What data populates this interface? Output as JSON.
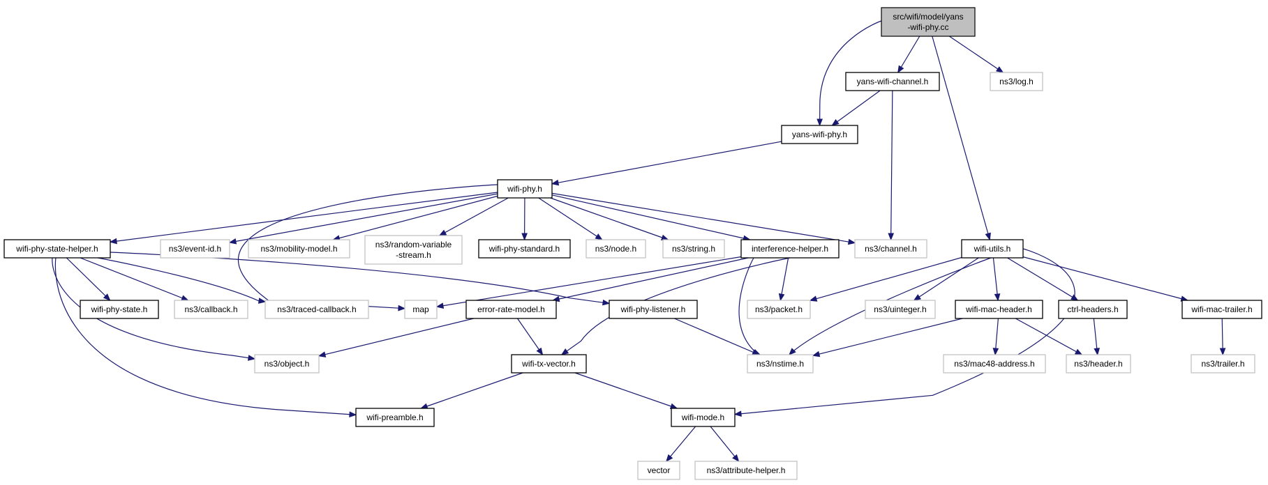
{
  "diagram": {
    "colors": {
      "edge": "#191970",
      "local_border": "#000000",
      "external_border": "#bfbfbf",
      "root_fill": "#bfbfbf"
    },
    "nodes": [
      {
        "id": "root",
        "lines": [
          "src/wifi/model/yans",
          "-wifi-phy.cc"
        ],
        "kind": "root"
      },
      {
        "id": "yans-wifi-channel",
        "lines": [
          "yans-wifi-channel.h"
        ],
        "kind": "local"
      },
      {
        "id": "log",
        "lines": [
          "ns3/log.h"
        ],
        "kind": "external"
      },
      {
        "id": "yans-wifi-phy",
        "lines": [
          "yans-wifi-phy.h"
        ],
        "kind": "local"
      },
      {
        "id": "wifi-phy",
        "lines": [
          "wifi-phy.h"
        ],
        "kind": "local"
      },
      {
        "id": "wifi-phy-state-helper",
        "lines": [
          "wifi-phy-state-helper.h"
        ],
        "kind": "local"
      },
      {
        "id": "event-id",
        "lines": [
          "ns3/event-id.h"
        ],
        "kind": "external"
      },
      {
        "id": "mobility-model",
        "lines": [
          "ns3/mobility-model.h"
        ],
        "kind": "external"
      },
      {
        "id": "random-variable-stream",
        "lines": [
          "ns3/random-variable",
          "-stream.h"
        ],
        "kind": "external"
      },
      {
        "id": "wifi-phy-standard",
        "lines": [
          "wifi-phy-standard.h"
        ],
        "kind": "local"
      },
      {
        "id": "node",
        "lines": [
          "ns3/node.h"
        ],
        "kind": "external"
      },
      {
        "id": "string",
        "lines": [
          "ns3/string.h"
        ],
        "kind": "external"
      },
      {
        "id": "interference-helper",
        "lines": [
          "interference-helper.h"
        ],
        "kind": "local"
      },
      {
        "id": "channel",
        "lines": [
          "ns3/channel.h"
        ],
        "kind": "external"
      },
      {
        "id": "wifi-utils",
        "lines": [
          "wifi-utils.h"
        ],
        "kind": "local"
      },
      {
        "id": "wifi-phy-state",
        "lines": [
          "wifi-phy-state.h"
        ],
        "kind": "local"
      },
      {
        "id": "callback",
        "lines": [
          "ns3/callback.h"
        ],
        "kind": "external"
      },
      {
        "id": "traced-callback",
        "lines": [
          "ns3/traced-callback.h"
        ],
        "kind": "external"
      },
      {
        "id": "map",
        "lines": [
          "map"
        ],
        "kind": "external"
      },
      {
        "id": "error-rate-model",
        "lines": [
          "error-rate-model.h"
        ],
        "kind": "local"
      },
      {
        "id": "wifi-phy-listener",
        "lines": [
          "wifi-phy-listener.h"
        ],
        "kind": "local"
      },
      {
        "id": "packet",
        "lines": [
          "ns3/packet.h"
        ],
        "kind": "external"
      },
      {
        "id": "uinteger",
        "lines": [
          "ns3/uinteger.h"
        ],
        "kind": "external"
      },
      {
        "id": "wifi-mac-header",
        "lines": [
          "wifi-mac-header.h"
        ],
        "kind": "local"
      },
      {
        "id": "ctrl-headers",
        "lines": [
          "ctrl-headers.h"
        ],
        "kind": "local"
      },
      {
        "id": "wifi-mac-trailer",
        "lines": [
          "wifi-mac-trailer.h"
        ],
        "kind": "local"
      },
      {
        "id": "object",
        "lines": [
          "ns3/object.h"
        ],
        "kind": "external"
      },
      {
        "id": "wifi-tx-vector",
        "lines": [
          "wifi-tx-vector.h"
        ],
        "kind": "local"
      },
      {
        "id": "nstime",
        "lines": [
          "ns3/nstime.h"
        ],
        "kind": "external"
      },
      {
        "id": "mac48-address",
        "lines": [
          "ns3/mac48-address.h"
        ],
        "kind": "external"
      },
      {
        "id": "header",
        "lines": [
          "ns3/header.h"
        ],
        "kind": "external"
      },
      {
        "id": "trailer",
        "lines": [
          "ns3/trailer.h"
        ],
        "kind": "external"
      },
      {
        "id": "wifi-preamble",
        "lines": [
          "wifi-preamble.h"
        ],
        "kind": "local"
      },
      {
        "id": "wifi-mode",
        "lines": [
          "wifi-mode.h"
        ],
        "kind": "local"
      },
      {
        "id": "vector",
        "lines": [
          "vector"
        ],
        "kind": "external"
      },
      {
        "id": "attribute-helper",
        "lines": [
          "ns3/attribute-helper.h"
        ],
        "kind": "external"
      }
    ],
    "edges": [
      {
        "from": "root",
        "to": "yans-wifi-phy"
      },
      {
        "from": "root",
        "to": "yans-wifi-channel"
      },
      {
        "from": "root",
        "to": "log"
      },
      {
        "from": "root",
        "to": "wifi-utils"
      },
      {
        "from": "yans-wifi-channel",
        "to": "yans-wifi-phy"
      },
      {
        "from": "yans-wifi-channel",
        "to": "channel"
      },
      {
        "from": "yans-wifi-phy",
        "to": "wifi-phy"
      },
      {
        "from": "wifi-phy",
        "to": "wifi-phy-state-helper"
      },
      {
        "from": "wifi-phy",
        "to": "event-id"
      },
      {
        "from": "wifi-phy",
        "to": "mobility-model"
      },
      {
        "from": "wifi-phy",
        "to": "random-variable-stream"
      },
      {
        "from": "wifi-phy",
        "to": "wifi-phy-standard"
      },
      {
        "from": "wifi-phy",
        "to": "node"
      },
      {
        "from": "wifi-phy",
        "to": "string"
      },
      {
        "from": "wifi-phy",
        "to": "interference-helper"
      },
      {
        "from": "wifi-phy",
        "to": "channel"
      },
      {
        "from": "wifi-phy",
        "to": "map"
      },
      {
        "from": "wifi-phy-state-helper",
        "to": "wifi-phy-state"
      },
      {
        "from": "wifi-phy-state-helper",
        "to": "callback"
      },
      {
        "from": "wifi-phy-state-helper",
        "to": "traced-callback"
      },
      {
        "from": "wifi-phy-state-helper",
        "to": "wifi-phy-listener"
      },
      {
        "from": "wifi-phy-state-helper",
        "to": "object"
      },
      {
        "from": "wifi-phy-state-helper",
        "to": "wifi-preamble"
      },
      {
        "from": "interference-helper",
        "to": "map"
      },
      {
        "from": "interference-helper",
        "to": "error-rate-model"
      },
      {
        "from": "interference-helper",
        "to": "wifi-tx-vector"
      },
      {
        "from": "interference-helper",
        "to": "packet"
      },
      {
        "from": "interference-helper",
        "to": "nstime"
      },
      {
        "from": "wifi-utils",
        "to": "packet"
      },
      {
        "from": "wifi-utils",
        "to": "uinteger"
      },
      {
        "from": "wifi-utils",
        "to": "wifi-mac-header"
      },
      {
        "from": "wifi-utils",
        "to": "ctrl-headers"
      },
      {
        "from": "wifi-utils",
        "to": "wifi-mac-trailer"
      },
      {
        "from": "wifi-utils",
        "to": "nstime"
      },
      {
        "from": "wifi-utils",
        "to": "wifi-mode"
      },
      {
        "from": "error-rate-model",
        "to": "object"
      },
      {
        "from": "error-rate-model",
        "to": "wifi-tx-vector"
      },
      {
        "from": "wifi-phy-listener",
        "to": "nstime"
      },
      {
        "from": "wifi-mac-header",
        "to": "nstime"
      },
      {
        "from": "wifi-mac-header",
        "to": "mac48-address"
      },
      {
        "from": "wifi-mac-header",
        "to": "header"
      },
      {
        "from": "ctrl-headers",
        "to": "header"
      },
      {
        "from": "wifi-mac-trailer",
        "to": "trailer"
      },
      {
        "from": "wifi-tx-vector",
        "to": "wifi-preamble"
      },
      {
        "from": "wifi-tx-vector",
        "to": "wifi-mode"
      },
      {
        "from": "wifi-mode",
        "to": "vector"
      },
      {
        "from": "wifi-mode",
        "to": "attribute-helper"
      }
    ]
  }
}
